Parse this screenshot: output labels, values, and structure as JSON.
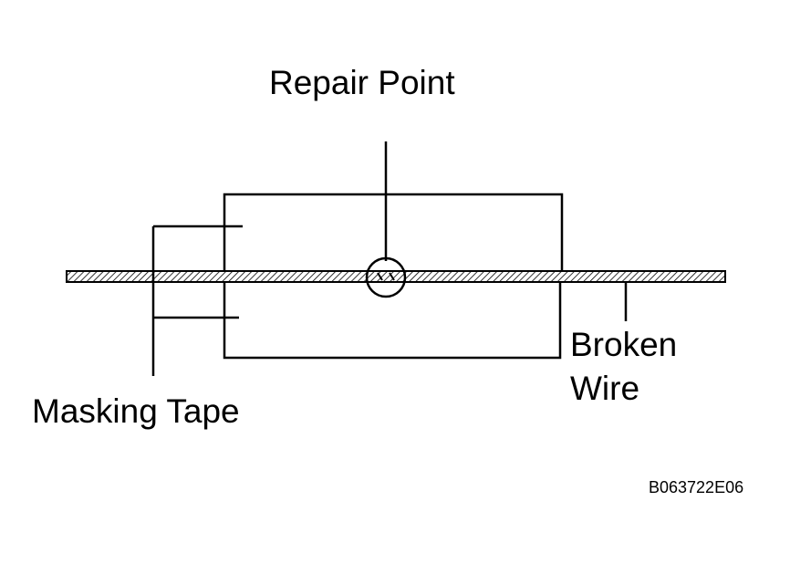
{
  "labels": {
    "repair_point": "Repair Point",
    "broken_wire_line1": "Broken",
    "broken_wire_line2": "Wire",
    "masking_tape": "Masking Tape",
    "figure_code": "B063722E06"
  },
  "colors": {
    "ink": "#000000",
    "background": "#ffffff"
  }
}
